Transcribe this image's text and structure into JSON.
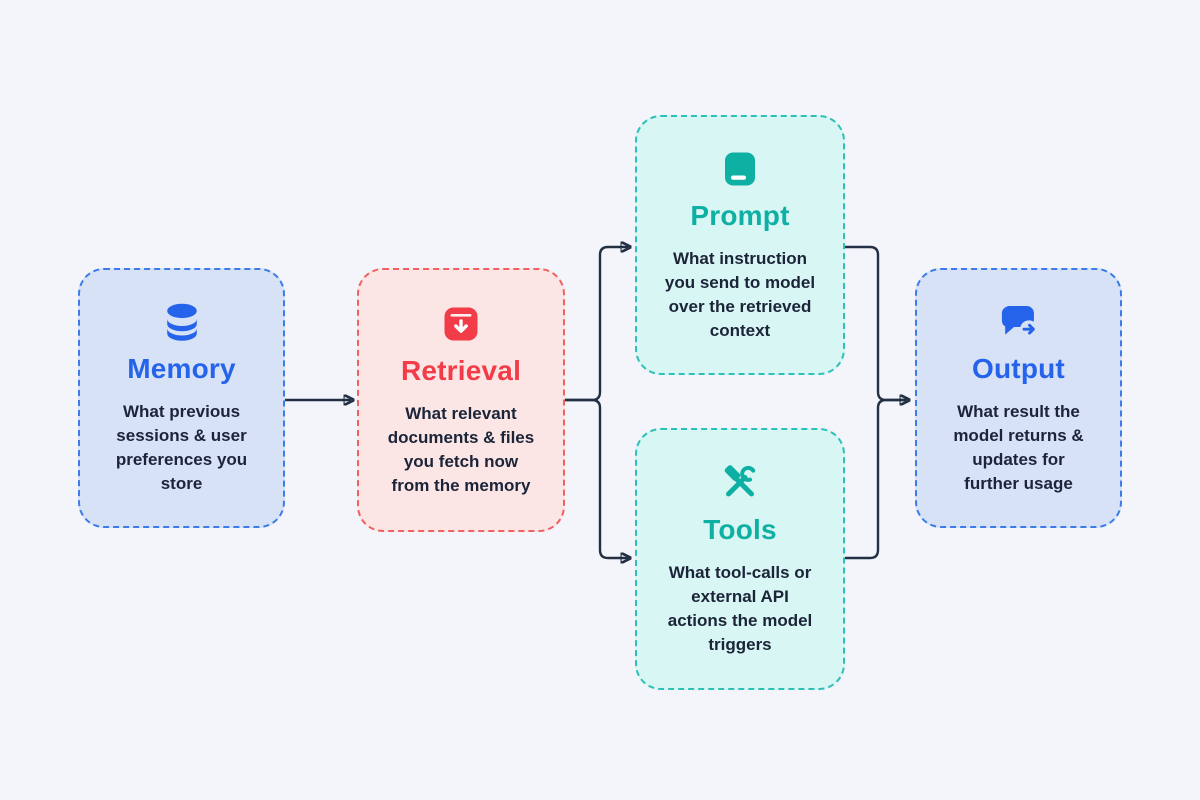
{
  "page": {
    "background": "#f3f5fa",
    "connector_color": "#232f45",
    "body_text_color": "#1b2438"
  },
  "nodes": [
    {
      "id": "memory",
      "title": "Memory",
      "body": "What previous\nsessions & user\npreferences you\nstore",
      "icon": "database-icon",
      "theme": {
        "fill": "#d7e2f7",
        "border": "#3b7ce8",
        "accent": "#2563eb"
      }
    },
    {
      "id": "retrieval",
      "title": "Retrieval",
      "body": "What relevant\ndocuments & files\nyou fetch now\nfrom the memory",
      "icon": "archive-download-icon",
      "theme": {
        "fill": "#fbe6e5",
        "border": "#f06262",
        "accent": "#f23c47"
      }
    },
    {
      "id": "prompt",
      "title": "Prompt",
      "body": "What instruction\nyou send to model\nover the retrieved\ncontext",
      "icon": "notebook-icon",
      "theme": {
        "fill": "#d8f6f3",
        "border": "#2dc0b8",
        "accent": "#0fb0a4"
      }
    },
    {
      "id": "tools",
      "title": "Tools",
      "body": "What tool-calls or\nexternal API\nactions the model\ntriggers",
      "icon": "hammer-wrench-icon",
      "theme": {
        "fill": "#d8f6f3",
        "border": "#2dc0b8",
        "accent": "#0fb0a4"
      }
    },
    {
      "id": "output",
      "title": "Output",
      "body": "What result the\nmodel returns &\nupdates for\nfurther usage",
      "icon": "message-share-icon",
      "theme": {
        "fill": "#d7e2f7",
        "border": "#3b7ce8",
        "accent": "#2563eb"
      }
    }
  ]
}
